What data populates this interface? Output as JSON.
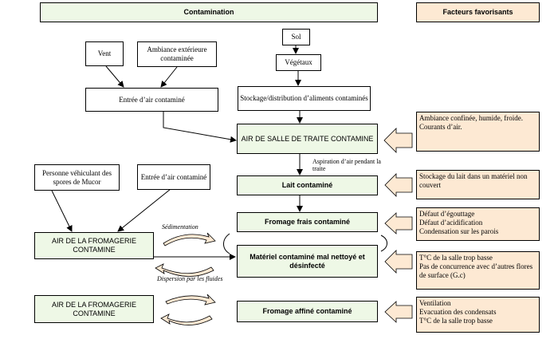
{
  "header": {
    "contamination": "Contamination",
    "facteurs": "Facteurs favorisants"
  },
  "sources": {
    "vent": "Vent",
    "ambiance_ext": "Ambiance extérieure contaminée",
    "entree_air": "Entrée d’air contaminé",
    "sol": "Sol",
    "vegetaux": "Végétaux",
    "stockage": "Stockage/distribution d’aliments contaminés",
    "personne": "Personne véhiculant des spores de Mucor",
    "entree_air2": "Entrée d’air contaminé"
  },
  "main": {
    "air_traite": "AIR DE SALLE DE TRAITE CONTAMINE",
    "aspiration": "Aspiration d’air pendant la traite",
    "lait": "Lait contaminé",
    "fromage_frais": "Fromage frais contaminé",
    "materiel": "Matériel contaminé mal nettoyé et désinfecté",
    "fromage_affine": "Fromage affiné contaminé",
    "air_fromagerie1": "AIR DE LA FROMAGERIE CONTAMINE",
    "air_fromagerie2": "AIR DE LA FROMAGERIE CONTAMINE",
    "sedimentation": "Sédimentation",
    "dispersion": "Dispersion par les fluides"
  },
  "factors": {
    "f1": "Ambiance confinée, humide, froide.\nCourants d’air.",
    "f2": "Stockage du lait dans un matériel non couvert",
    "f3": "Défaut d’égouttage\nDéfaut d’acidification\nCondensation sur les parois",
    "f4": "T°C de la salle trop basse\nPas de concurrence avec d’autres flores de surface (G.c)",
    "f5": "Ventilation\nEvacuation des condensats\nT°C de la salle trop basse"
  },
  "colors": {
    "green_fill": "#eef8e6",
    "orange_fill": "#fde9d3",
    "arrow_fill": "#fde9d3"
  }
}
